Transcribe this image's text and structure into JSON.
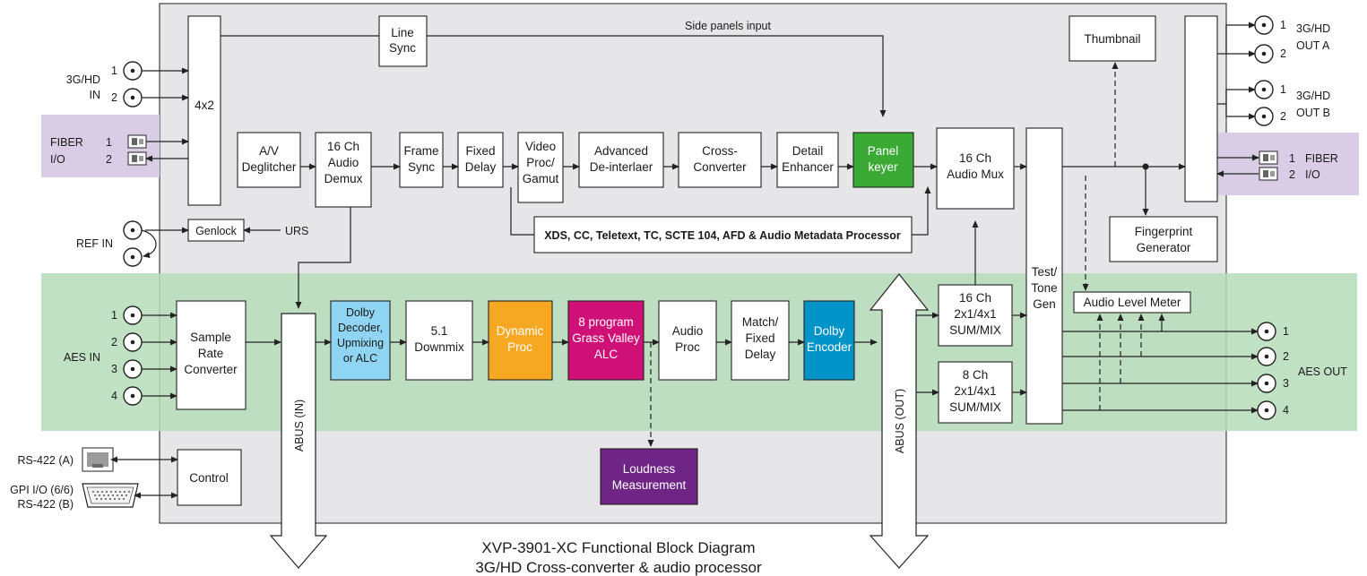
{
  "title": "XVP-3901-XC Functional Block Diagram",
  "subtitle": "3G/HD Cross-converter & audio processor",
  "colors": {
    "frame_bg": "#e6e6e8",
    "audio_band": "#b5dcb9",
    "fiber_band": "#d9cde5",
    "panel_keyer": "#3aaa35",
    "dolby": "#8fd4f2",
    "dynamic_proc": "#f7a823",
    "grass_valley_alc": "#cf1177",
    "dolby_encoder": "#0094c9",
    "loudness": "#6e2586"
  },
  "inputs": {
    "sdi_in_label_1": "3G/HD",
    "sdi_in_label_2": "IN",
    "sdi_in_port_1": "1",
    "sdi_in_port_2": "2",
    "fiber_label_1": "FIBER",
    "fiber_label_2": "I/O",
    "fiber_port_1": "1",
    "fiber_port_2": "2",
    "ref_in": "REF IN",
    "aes_in": "AES IN",
    "aes_ports": [
      "1",
      "2",
      "3",
      "4"
    ],
    "rs422a": "RS-422 (A)",
    "gpi_1": "GPI I/O (6/6)",
    "gpi_2": "RS-422 (B)"
  },
  "outputs": {
    "out_a_1": "3G/HD",
    "out_a_2": "OUT A",
    "out_b_1": "3G/HD",
    "out_b_2": "OUT B",
    "fiber_1": "FIBER",
    "fiber_2": "I/O",
    "aes_out": "AES OUT",
    "aes_ports": [
      "1",
      "2",
      "3",
      "4"
    ],
    "port_1": "1",
    "port_2": "2"
  },
  "video_blocks": {
    "router": "4x2",
    "line_sync": [
      "Line",
      "Sync"
    ],
    "side_panels": "Side panels input",
    "av_deglitcher": [
      "A/V",
      "Deglitcher"
    ],
    "audio_demux": [
      "16 Ch",
      "Audio",
      "Demux"
    ],
    "frame_sync": [
      "Frame",
      "Sync"
    ],
    "fixed_delay": [
      "Fixed",
      "Delay"
    ],
    "video_proc": [
      "Video",
      "Proc/",
      "Gamut"
    ],
    "deinterlacer": [
      "Advanced",
      "De-interlaer"
    ],
    "cross_converter": [
      "Cross-",
      "Converter"
    ],
    "detail_enhancer": [
      "Detail",
      "Enhancer"
    ],
    "panel_keyer": [
      "Panel",
      "keyer"
    ],
    "audio_mux": [
      "16 Ch",
      "Audio Mux"
    ],
    "metadata": "XDS, CC, Teletext, TC, SCTE 104, AFD & Audio Metadata Processor",
    "genlock": "Genlock",
    "urs": "URS",
    "thumbnail": "Thumbnail",
    "fingerprint": [
      "Fingerprint",
      "Generator"
    ],
    "test_tone": [
      "Test/",
      "Tone",
      "Gen"
    ]
  },
  "audio_blocks": {
    "src": [
      "Sample",
      "Rate",
      "Converter"
    ],
    "abus_in": "ABUS (IN)",
    "abus_out": "ABUS (OUT)",
    "dolby_decoder": [
      "Dolby",
      "Decoder,",
      "Upmixing",
      "or ALC"
    ],
    "downmix": [
      "5.1",
      "Downmix"
    ],
    "dynamic_proc": [
      "Dynamic",
      "Proc"
    ],
    "gv_alc": [
      "8 program",
      "Grass Valley",
      "ALC"
    ],
    "audio_proc": [
      "Audio",
      "Proc"
    ],
    "match_delay": [
      "Match/",
      "Fixed",
      "Delay"
    ],
    "dolby_encoder": [
      "Dolby",
      "Encoder"
    ],
    "sum16": [
      "16 Ch",
      "2x1/4x1",
      "SUM/MIX"
    ],
    "sum8": [
      "8 Ch",
      "2x1/4x1",
      "SUM/MIX"
    ],
    "level_meter": "Audio Level Meter",
    "loudness": [
      "Loudness",
      "Measurement"
    ],
    "control": "Control"
  }
}
